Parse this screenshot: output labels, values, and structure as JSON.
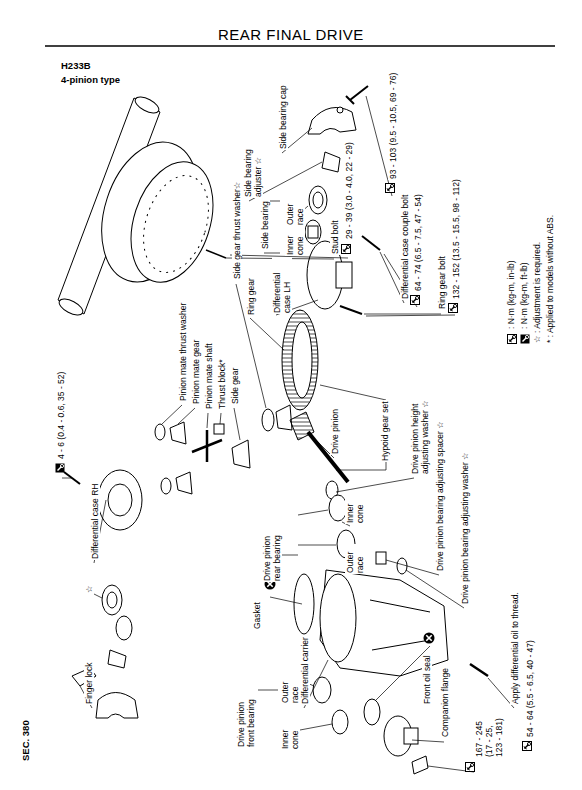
{
  "diagram": {
    "title": "REAR FINAL DRIVE",
    "labels": [
      "H233B",
      "4-pinion type",
      "Side bearing cap",
      "93 - 103 (9.5 - 10.5, 69 - 76)",
      "Side bearing adjuster ☆",
      "Stud bolt",
      "29 - 39 (3.0 - 4.0, 22 - 29)",
      "Outer race",
      "Inner cone",
      "Side bearing",
      "Differential case couple bolt",
      "64 - 74 (6.5 - 7.5, 47 - 54)",
      "Ring gear bolt",
      "132 - 152 (13.5 - 15.5, 98 - 112)",
      "Differential case LH",
      "Side gear thrust washer☆",
      "Ring gear",
      "Pinion mate thrust washer",
      "Pinion mate gear",
      "Pinion mate shaft",
      "Thrust block*",
      "Side gear",
      "Hypoid gear set",
      "Drive pinion",
      "4 - 6 (0.4 - 0.6, 35 - 52)",
      "Differential case RH",
      "Drive pinion height adjusting washer ☆",
      "Drive pinion bearing adjusting spacer ☆",
      "Drive pinion bearing adjusting washer ☆",
      "Drive pinion rear bearing",
      "Inner cone",
      "Outer race",
      "Gasket",
      "Differential carrier",
      "Apply differential oil to thread.",
      "54 - 64 (5.5 - 6.5, 40 - 47)",
      "Front oil seal",
      "Finger lock",
      "☆",
      "Drive pinion front bearing",
      "Outer race",
      "Inner cone",
      "Companion flange",
      "167 - 245 (17 - 25, 123 - 181)",
      "SEC. 380"
    ],
    "legend": [
      {
        "text": ": N·m (kg-m, in-lb)"
      },
      {
        "text": ": N·m (kg-m, ft-lb)"
      },
      {
        "text": "☆ : Adjustment is required."
      },
      {
        "text": "* : Applied to models without ABS."
      }
    ]
  }
}
